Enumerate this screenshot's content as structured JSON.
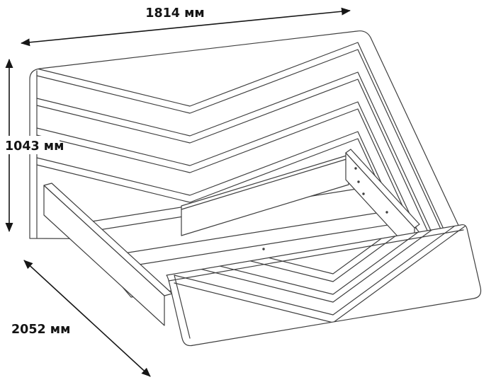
{
  "dimensions": {
    "width_label": "1814 мм",
    "height_label": "1043 мм",
    "length_label": "2052 мм"
  },
  "colors": {
    "background": "#ffffff",
    "drawing_line": "#3f3f3f",
    "dimension_line": "#161616",
    "text": "#141414"
  }
}
